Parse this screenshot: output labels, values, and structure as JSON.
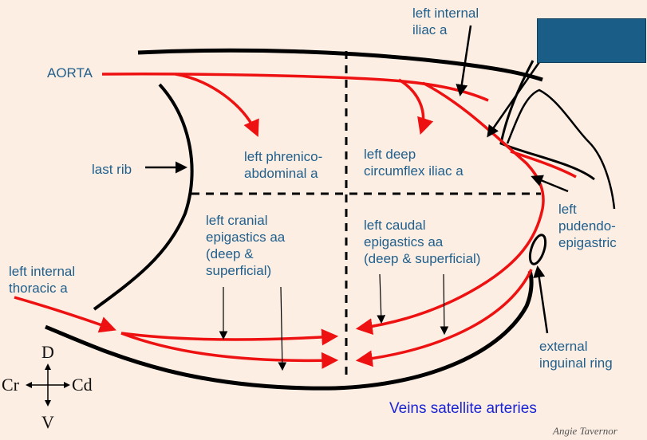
{
  "labels": {
    "aorta": "AORTA",
    "left_internal_iliac": "left internal\niliac a",
    "last_rib": "last rib",
    "left_phrenico_abdominal": "left phrenico-\nabdominal a",
    "left_deep_circumflex_iliac": "left deep\ncircumflex iliac a",
    "left_pudendo_epigastric": "left\npudendo-\nepigastric",
    "left_cranial_epigastics": "left cranial\nepigastics aa\n(deep &\nsuperficial)",
    "left_caudal_epigastics": "left caudal\nepigastics aa\n(deep & superficial)",
    "left_internal_thoracic": "left internal\nthoracic a",
    "external_inguinal_ring": "external\ninguinal ring",
    "veins_note": "Veins satellite arteries",
    "credit": "Angie Tavernor"
  },
  "compass": {
    "dorsal": "D",
    "ventral": "V",
    "cranial": "Cr",
    "caudal": "Cd"
  },
  "colors": {
    "artery": "#ee1111",
    "outline": "#000000",
    "label": "#1f5f8c",
    "note": "#1a24d4",
    "box": "#1a5d86",
    "background": "#fdeee3"
  }
}
